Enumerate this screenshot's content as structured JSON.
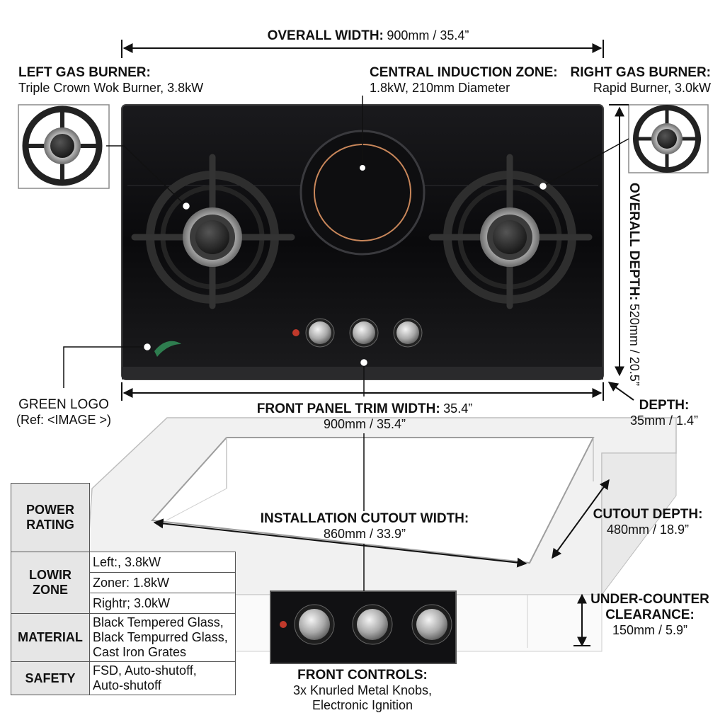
{
  "overall_width": {
    "label": "OVERALL WIDTH:",
    "value": "900mm / 35.4”"
  },
  "left_burner": {
    "label": "LEFT GAS BURNER:",
    "value": "Triple Crown Wok Burner, 3.8kW"
  },
  "induction_zone": {
    "label": "CENTRAL INDUCTION ZONE:",
    "value": "1.8kW, 210mm Diameter"
  },
  "right_burner": {
    "label": "RIGHT GAS BURNER:",
    "value": "Rapid Burner, 3.0kW"
  },
  "overall_depth": {
    "label": "OVERALL DEPTH:",
    "value": "520mm / 20.5”"
  },
  "green_logo": {
    "label": "GREEN LOGO",
    "value": "(Ref: <IMAGE >)"
  },
  "front_trim": {
    "label": "FRONT PANEL TRIM WIDTH:",
    "value_inline": "35.4”",
    "value": "900mm / 35.4”"
  },
  "depth": {
    "label": "DEPTH:",
    "value": "35mm / 1.4”"
  },
  "cutout_width": {
    "label": "INSTALLATION CUTOUT WIDTH:",
    "value": "860mm / 33.9”"
  },
  "cutout_depth": {
    "label": "CUTOUT DEPTH:",
    "value": "480mm / 18.9”"
  },
  "clearance": {
    "label_1": "UNDER-COUNTER",
    "label_2": "CLEARANCE:",
    "value": "150mm / 5.9”"
  },
  "front_controls": {
    "label": "FRONT CONTROLS:",
    "value_1": "3x Knurled Metal Knobs,",
    "value_2": "Electronic Ignition"
  },
  "spec_table": {
    "power_head_1": "POWER",
    "power_head_2": "RATING",
    "zone_head_1": "LOWIR",
    "zone_head_2": "ZONE",
    "zone_rows": [
      "Left:, 3.8kW",
      "Zoner: 1.8kW",
      "Rightr; 3.0kW"
    ],
    "material_head": "MATERIAL",
    "material_lines": [
      "Black Tempered Glass,",
      "Black Tempurred Glass,",
      "Cast Iron Grates"
    ],
    "safety_head": "SAFETY",
    "safety_lines": [
      "FSD, Auto-shutoff,",
      "Auto-shutoff"
    ]
  },
  "colors": {
    "glass": "#0b0b0d",
    "induction_ring": "#c8865a",
    "logo": "#2e7d4f",
    "counter": "#f0f0f0",
    "ignition_led": "#c0392b"
  }
}
